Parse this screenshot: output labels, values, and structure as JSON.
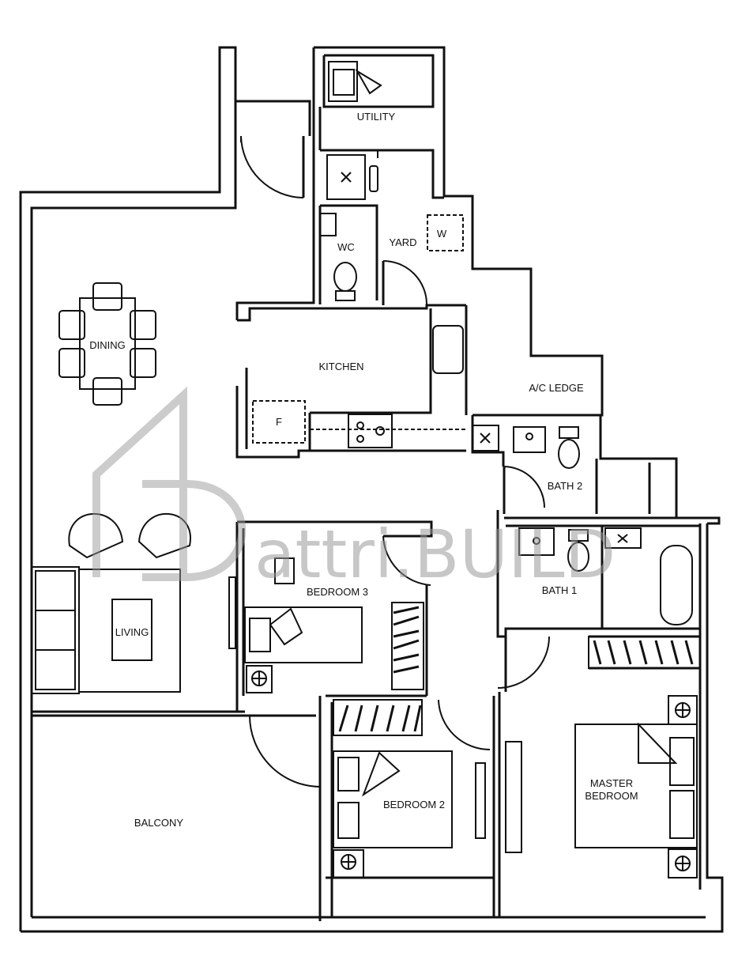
{
  "rooms": {
    "utility": "UTILITY",
    "wc": "WC",
    "yard": "YARD",
    "washer": "W",
    "dining": "DINING",
    "kitchen": "KITCHEN",
    "fridge": "F",
    "ac_ledge": "A/C LEDGE",
    "bath2": "BATH 2",
    "bath1": "BATH 1",
    "bedroom3": "BEDROOM 3",
    "living": "LIVING",
    "master_line1": "MASTER",
    "master_line2": "BEDROOM",
    "bedroom2": "BEDROOM 2",
    "balcony": "BALCONY"
  },
  "watermark": {
    "text": "attri.BUILD"
  },
  "colors": {
    "wall": "#111111",
    "watermark": "#9a9a9a"
  }
}
